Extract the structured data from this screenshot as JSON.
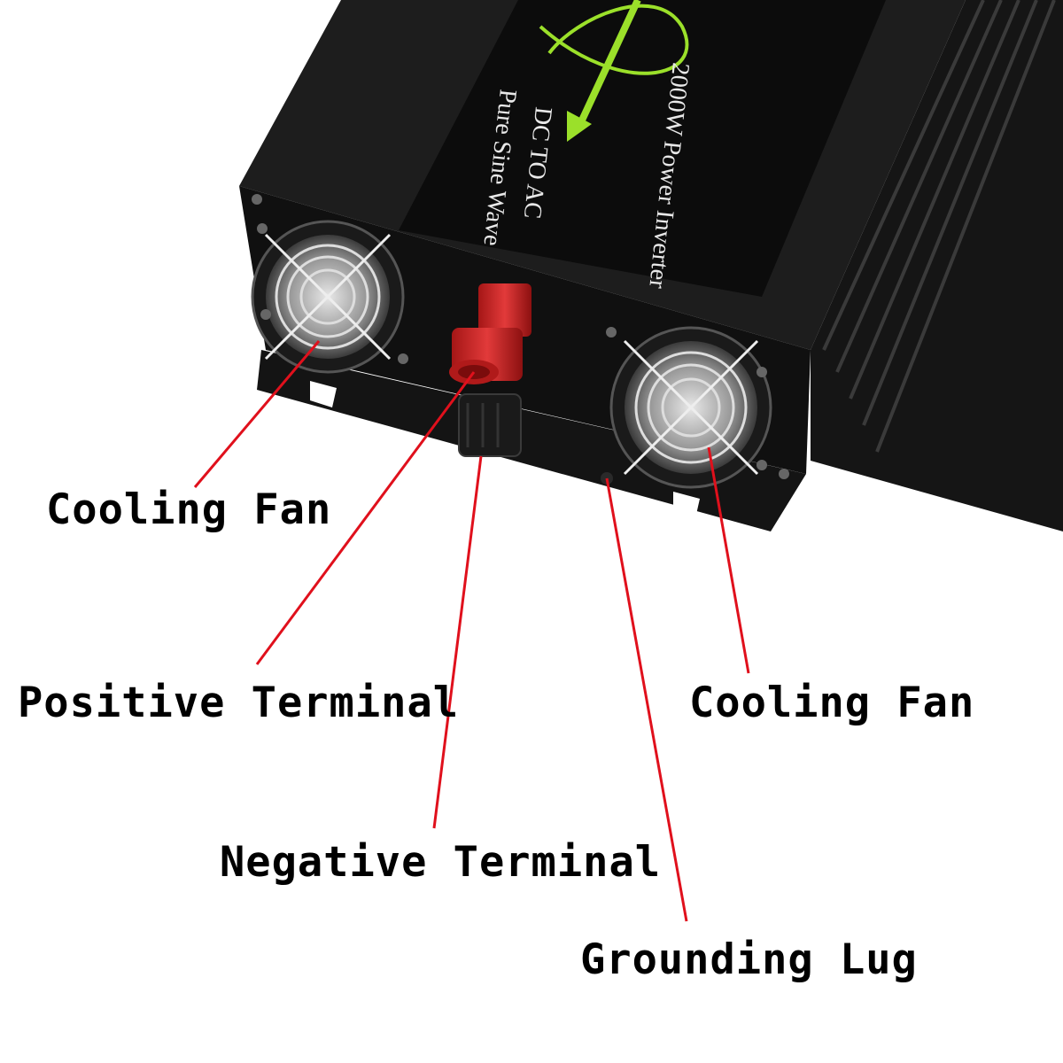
{
  "product": {
    "label_lines": [
      "2000W Power Inverter",
      "DC TO AC",
      "Pure Sine Wave"
    ],
    "accent_color": "#9be02a",
    "body_color": "#1c1c1c",
    "terminal_positive_color": "#d42a2a",
    "terminal_negative_color": "#1a1a1a"
  },
  "callouts": {
    "color": "#e0101c",
    "cooling_fan_left": "Cooling Fan",
    "positive_terminal": "Positive Terminal",
    "cooling_fan_right": "Cooling Fan",
    "negative_terminal": "Negative Terminal",
    "grounding_lug": "Grounding Lug"
  }
}
